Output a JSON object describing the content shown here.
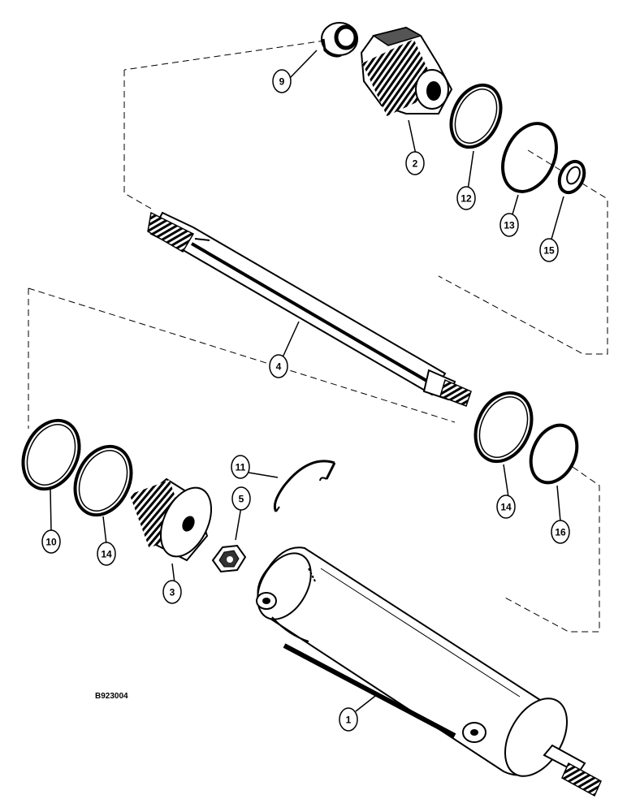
{
  "figure_code": "B923004",
  "callouts": [
    {
      "id": "c9",
      "label": "9",
      "part": "wiper-seal"
    },
    {
      "id": "c2",
      "label": "2",
      "part": "gland"
    },
    {
      "id": "c12",
      "label": "12",
      "part": "backup-ring"
    },
    {
      "id": "c13",
      "label": "13",
      "part": "o-ring"
    },
    {
      "id": "c15",
      "label": "15",
      "part": "rod-seal"
    },
    {
      "id": "c4",
      "label": "4",
      "part": "piston-rod"
    },
    {
      "id": "c11",
      "label": "11",
      "part": "retaining-ring"
    },
    {
      "id": "c5",
      "label": "5",
      "part": "nut"
    },
    {
      "id": "c14a",
      "label": "14",
      "part": "backup-ring"
    },
    {
      "id": "c16",
      "label": "16",
      "part": "o-ring"
    },
    {
      "id": "c10",
      "label": "10",
      "part": "piston-seal"
    },
    {
      "id": "c14b",
      "label": "14",
      "part": "backup-ring"
    },
    {
      "id": "c3",
      "label": "3",
      "part": "piston"
    },
    {
      "id": "c1",
      "label": "1",
      "part": "cylinder-tube"
    }
  ]
}
